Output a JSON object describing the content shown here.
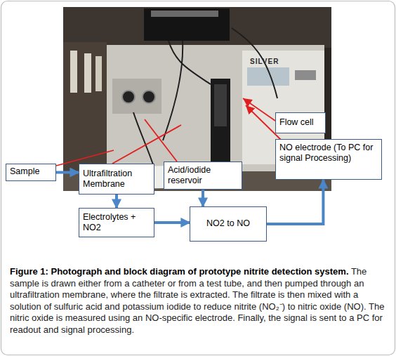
{
  "diagram": {
    "caption": "Figure 1: Photograph and block diagram of prototype nitrite detection system. The sample is drawn either from a catheter or from a test tube, and then pumped through an ultrafiltration membrane, where the filtrate is extracted. The filtrate is then mixed with a solution of sulfuric acid and potassium iodide to reduce nitrite (NO₂⁻) to nitric oxide (NO). The nitric oxide is measured using an NO-specific electrode. Finally, the signal is sent to a PC for readout and signal processing.",
    "nodes": [
      {
        "text": [
          "Sample"
        ]
      },
      {
        "text": [
          "Ultrafiltration Membrane"
        ]
      },
      {
        "text": [
          "Acid/iodide reservoir"
        ]
      },
      {
        "text": [
          "Flow cell"
        ]
      },
      {
        "text": [
          "NO electrode (To PC for signal Processing)"
        ]
      },
      {
        "text": [
          "Electrolytes + NO2"
        ]
      },
      {
        "text": [
          "NO2 to NO"
        ]
      }
    ],
    "edges": [
      {
        "from": 0,
        "to": 1,
        "arrow": "to"
      },
      {
        "from": 1,
        "to": 5,
        "arrow": "to"
      },
      {
        "from": 5,
        "to": 6,
        "arrow": "to"
      },
      {
        "from": 2,
        "to": 6,
        "arrow": "to"
      },
      {
        "from": 6,
        "to": 4,
        "arrow": "to"
      }
    ],
    "labels": [
      "SILVER"
    ]
  }
}
